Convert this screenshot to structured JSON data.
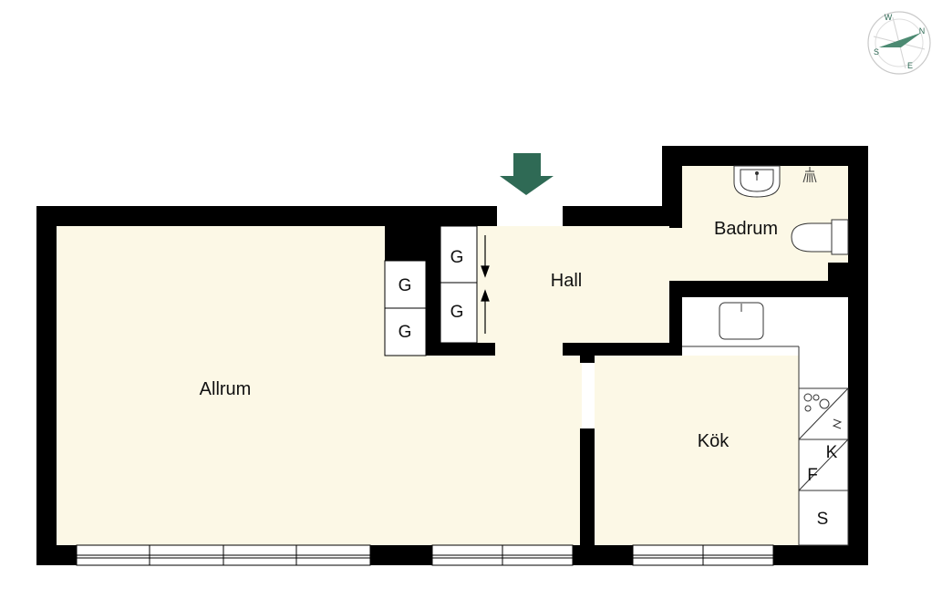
{
  "rooms": {
    "allrum": "Allrum",
    "hall": "Hall",
    "badrum": "Badrum",
    "kok": "Kök"
  },
  "wardrobes": [
    "G",
    "G",
    "G",
    "G"
  ],
  "kitchen_units": {
    "k": "K",
    "f": "F",
    "s": "S"
  },
  "compass": {
    "n": "N",
    "e": "E",
    "s": "S",
    "w": "W"
  },
  "colors": {
    "floor": "#fcf8e6",
    "wall": "#000000",
    "accent": "#2f6a55"
  }
}
